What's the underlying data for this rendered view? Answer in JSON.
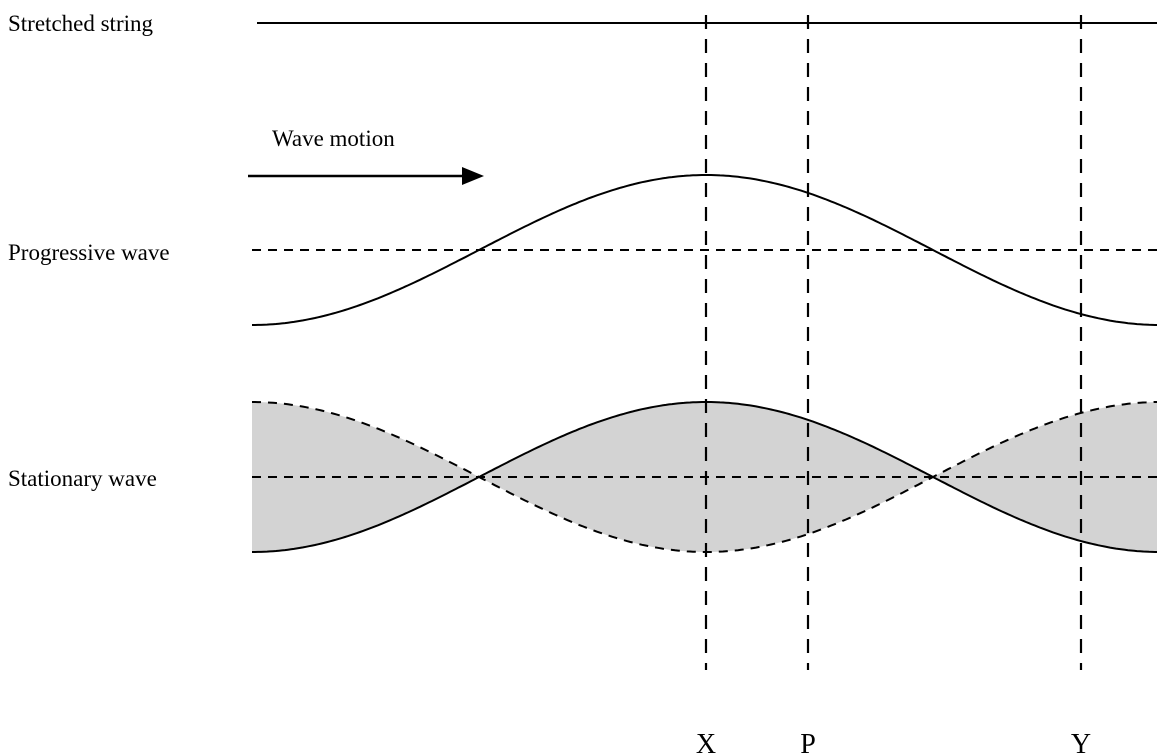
{
  "labels": {
    "stretched_string": "Stretched string",
    "wave_motion": "Wave motion",
    "progressive_wave": "Progressive wave",
    "stationary_wave": "Stationary wave"
  },
  "points": {
    "x": "X",
    "p": "P",
    "y": "Y"
  },
  "colors": {
    "line": "#000000",
    "envelope_fill": "#d3d3d3",
    "background": "#ffffff"
  }
}
